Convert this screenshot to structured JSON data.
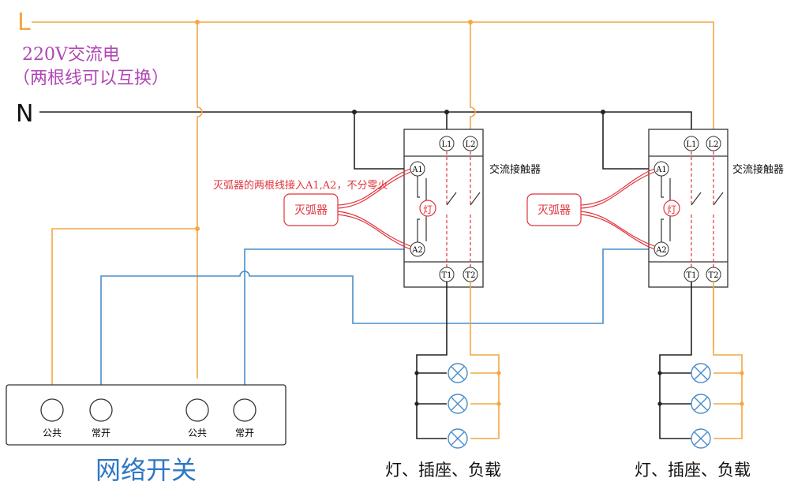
{
  "colors": {
    "live": "#f4a742",
    "neutral": "#222222",
    "control": "#4a8dc8",
    "suppressor": "#e0343b",
    "title_purple": "#b146b5",
    "brand_blue": "#2f78c4",
    "box": "#333333"
  },
  "lines": {
    "L_label": "L",
    "N_label": "N",
    "supply_label": "220V交流电",
    "swap_note": "（两根线可以互换）"
  },
  "contactors": [
    {
      "title": "交流接触器",
      "terminals": {
        "l1": "L1",
        "l2": "L2",
        "a1": "A1",
        "a2": "A2",
        "t1": "T1",
        "t2": "T2"
      },
      "coil_label": "灯",
      "suppressor_label": "灭弧器",
      "suppressor_note": "灭弧器的两根线接入A1,A2，不分零火"
    },
    {
      "title": "交流接触器",
      "terminals": {
        "l1": "L1",
        "l2": "L2",
        "a1": "A1",
        "a2": "A2",
        "t1": "T1",
        "t2": "T2"
      },
      "coil_label": "灯",
      "suppressor_label": "灭弧器"
    }
  ],
  "network_switch": {
    "title": "网络开关",
    "ports": [
      {
        "label": "公共",
        "icon": "terminal-circle"
      },
      {
        "label": "常开",
        "icon": "terminal-circle"
      },
      {
        "label": "公共",
        "icon": "terminal-circle"
      },
      {
        "label": "常开",
        "icon": "terminal-circle"
      }
    ]
  },
  "loads": [
    {
      "label": "灯、插座、负载",
      "lamp_count": 3,
      "icon": "lamp-icon"
    },
    {
      "label": "灯、插座、负载",
      "lamp_count": 3,
      "icon": "lamp-icon"
    }
  ]
}
